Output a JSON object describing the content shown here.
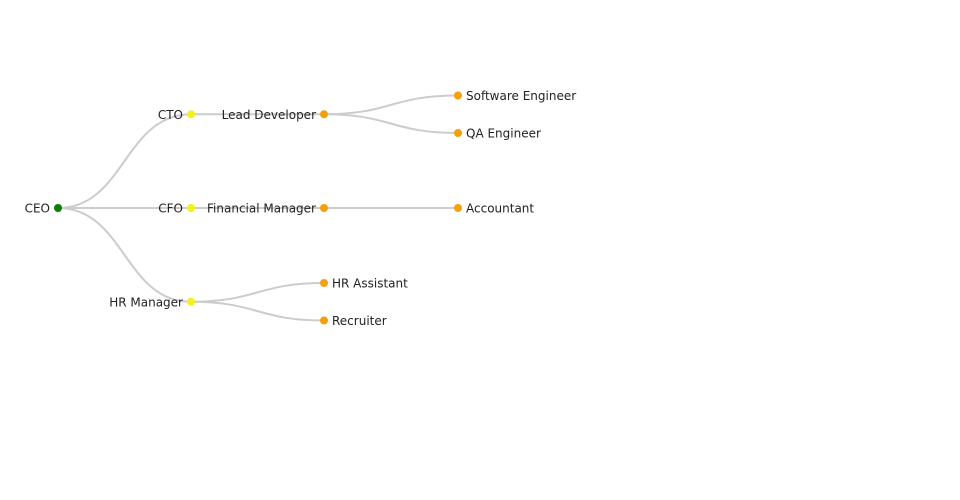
{
  "tree": {
    "root": "ceo",
    "colors": {
      "root": "#0a7d0a",
      "level1": "#f2f21a",
      "leaf": "#f5a00a",
      "link": "#cccccc"
    },
    "nodes": [
      {
        "id": "ceo",
        "label": "CEO",
        "parent": null,
        "level": 0,
        "color_key": "root"
      },
      {
        "id": "cto",
        "label": "CTO",
        "parent": "ceo",
        "level": 1,
        "color_key": "level1"
      },
      {
        "id": "cfo",
        "label": "CFO",
        "parent": "ceo",
        "level": 1,
        "color_key": "level1"
      },
      {
        "id": "hr-manager",
        "label": "HR Manager",
        "parent": "ceo",
        "level": 1,
        "color_key": "level1"
      },
      {
        "id": "lead-developer",
        "label": "Lead Developer",
        "parent": "cto",
        "level": 2,
        "color_key": "leaf"
      },
      {
        "id": "financial-manager",
        "label": "Financial Manager",
        "parent": "cfo",
        "level": 2,
        "color_key": "leaf"
      },
      {
        "id": "hr-assistant",
        "label": "HR Assistant",
        "parent": "hr-manager",
        "level": 2,
        "color_key": "leaf"
      },
      {
        "id": "recruiter",
        "label": "Recruiter",
        "parent": "hr-manager",
        "level": 2,
        "color_key": "leaf"
      },
      {
        "id": "software-engineer",
        "label": "Software Engineer",
        "parent": "lead-developer",
        "level": 3,
        "color_key": "leaf"
      },
      {
        "id": "qa-engineer",
        "label": "QA Engineer",
        "parent": "lead-developer",
        "level": 3,
        "color_key": "leaf"
      },
      {
        "id": "accountant",
        "label": "Accountant",
        "parent": "financial-manager",
        "level": 3,
        "color_key": "leaf"
      }
    ]
  }
}
